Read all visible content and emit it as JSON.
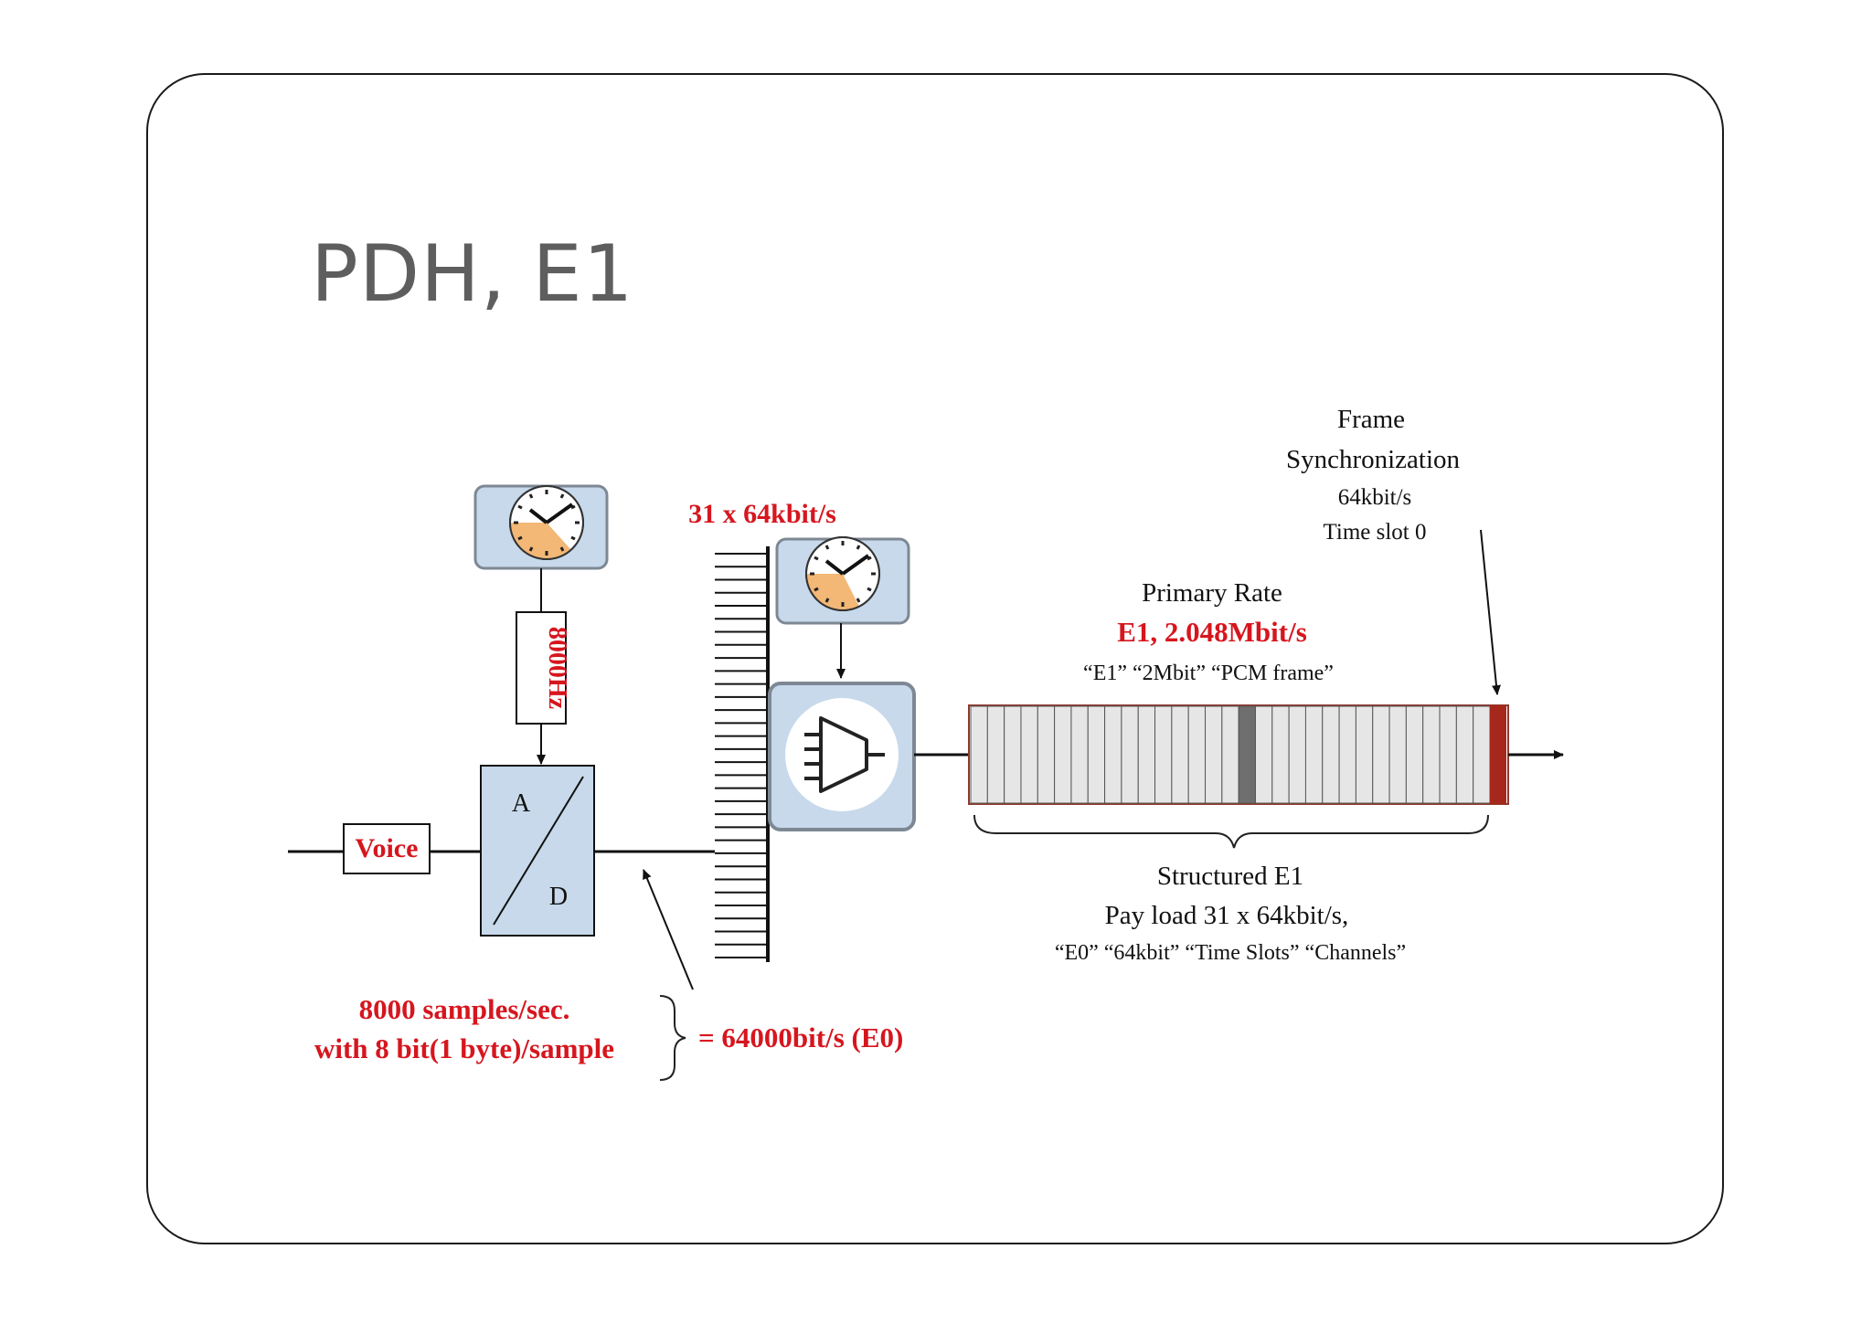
{
  "slide": {
    "title": "PDH, E1"
  },
  "diagram": {
    "voice_label": "Voice",
    "adc": {
      "top_label": "A",
      "bottom_label": "D"
    },
    "clock_rate_label": "8000Hz",
    "channel_rate_label": "31 x 64kbit/s",
    "primary_rate": {
      "title": "Primary Rate",
      "rate": "E1, 2.048Mbit/s",
      "aliases": "“E1” “2Mbit” “PCM frame”"
    },
    "frame_sync": {
      "line1": "Frame",
      "line2": "Synchronization",
      "line3": "64kbit/s",
      "line4": "Time slot 0"
    },
    "structured": {
      "line1": "Structured E1",
      "line2": "Pay load 31 x 64kbit/s,",
      "line3": "“E0” “64kbit” “Time Slots” “Channels”"
    },
    "sampling": {
      "line1": "8000 samples/sec.",
      "line2": "with 8 bit(1 byte)/sample",
      "result": "= 64000bit/s (E0)"
    },
    "frame": {
      "timeslot_count": 32
    }
  },
  "colors": {
    "accent_red": "#d6161e",
    "box_blue": "#c7d9ea",
    "clock_orange": "#f3b776",
    "sync_slot": "#a6281c",
    "highlight_slot": "#6e6e6e"
  },
  "icons": [
    "clock-icon",
    "multiplexer-icon",
    "arrow-right-icon"
  ]
}
